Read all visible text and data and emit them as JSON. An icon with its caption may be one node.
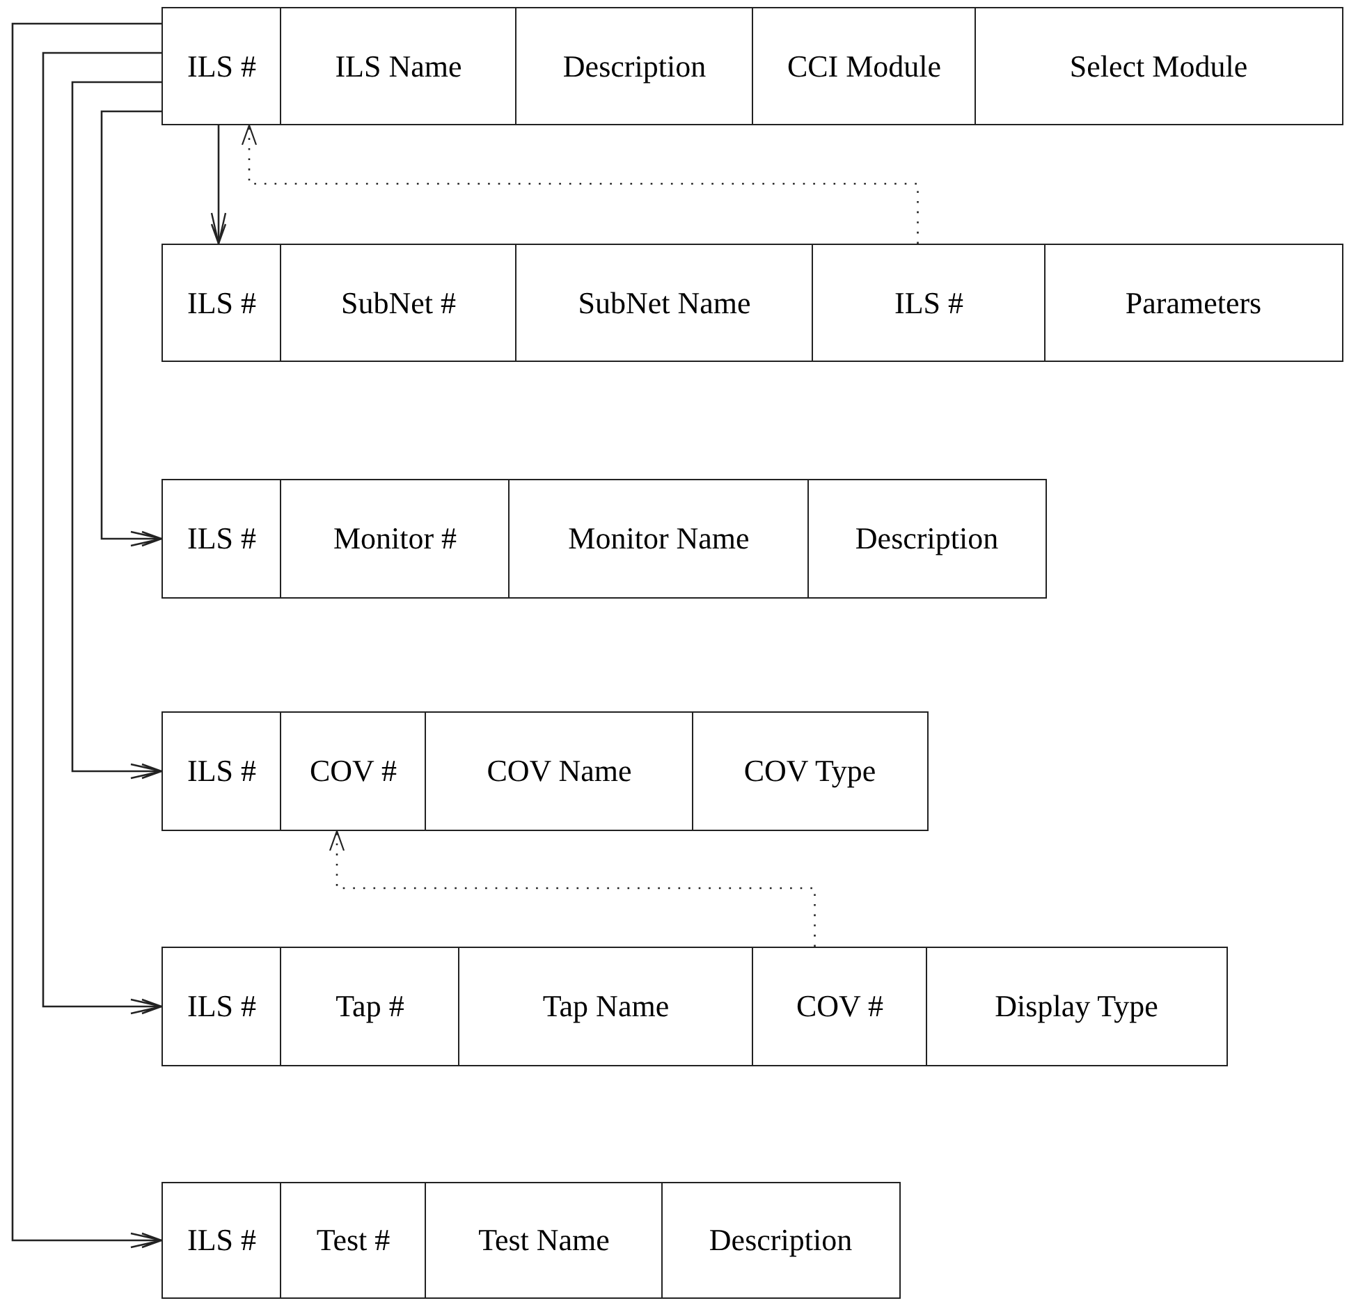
{
  "diagram": {
    "nodes": [
      {
        "text": [
          "ILS #"
        ]
      },
      {
        "text": [
          "ILS Name"
        ]
      },
      {
        "text": [
          "Description"
        ]
      },
      {
        "text": [
          "CCI Module"
        ]
      },
      {
        "text": [
          "Select Module"
        ]
      },
      {
        "text": [
          "ILS #"
        ]
      },
      {
        "text": [
          "SubNet #"
        ]
      },
      {
        "text": [
          "SubNet Name"
        ]
      },
      {
        "text": [
          "ILS #"
        ]
      },
      {
        "text": [
          "Parameters"
        ]
      },
      {
        "text": [
          "ILS #"
        ]
      },
      {
        "text": [
          "Monitor #"
        ]
      },
      {
        "text": [
          "Monitor Name"
        ]
      },
      {
        "text": [
          "Description"
        ]
      },
      {
        "text": [
          "ILS #"
        ]
      },
      {
        "text": [
          "COV #"
        ]
      },
      {
        "text": [
          "COV Name"
        ]
      },
      {
        "text": [
          "COV Type"
        ]
      },
      {
        "text": [
          "ILS #"
        ]
      },
      {
        "text": [
          "Tap #"
        ]
      },
      {
        "text": [
          "Tap Name"
        ]
      },
      {
        "text": [
          "COV #"
        ]
      },
      {
        "text": [
          "Display Type"
        ]
      },
      {
        "text": [
          "ILS #"
        ]
      },
      {
        "text": [
          "Test #"
        ]
      },
      {
        "text": [
          "Test Name"
        ]
      },
      {
        "text": [
          "Description"
        ]
      }
    ],
    "edges": [
      {
        "from": 0,
        "to": 5,
        "arrow": "to"
      },
      {
        "from": 8,
        "to": 0,
        "arrow": "to",
        "style": "dashed"
      },
      {
        "from": 0,
        "to": 10,
        "arrow": "to"
      },
      {
        "from": 0,
        "to": 14,
        "arrow": "to"
      },
      {
        "from": 0,
        "to": 18,
        "arrow": "to"
      },
      {
        "from": 0,
        "to": 23,
        "arrow": "to"
      },
      {
        "from": 21,
        "to": 15,
        "arrow": "to",
        "style": "dashed"
      }
    ]
  }
}
